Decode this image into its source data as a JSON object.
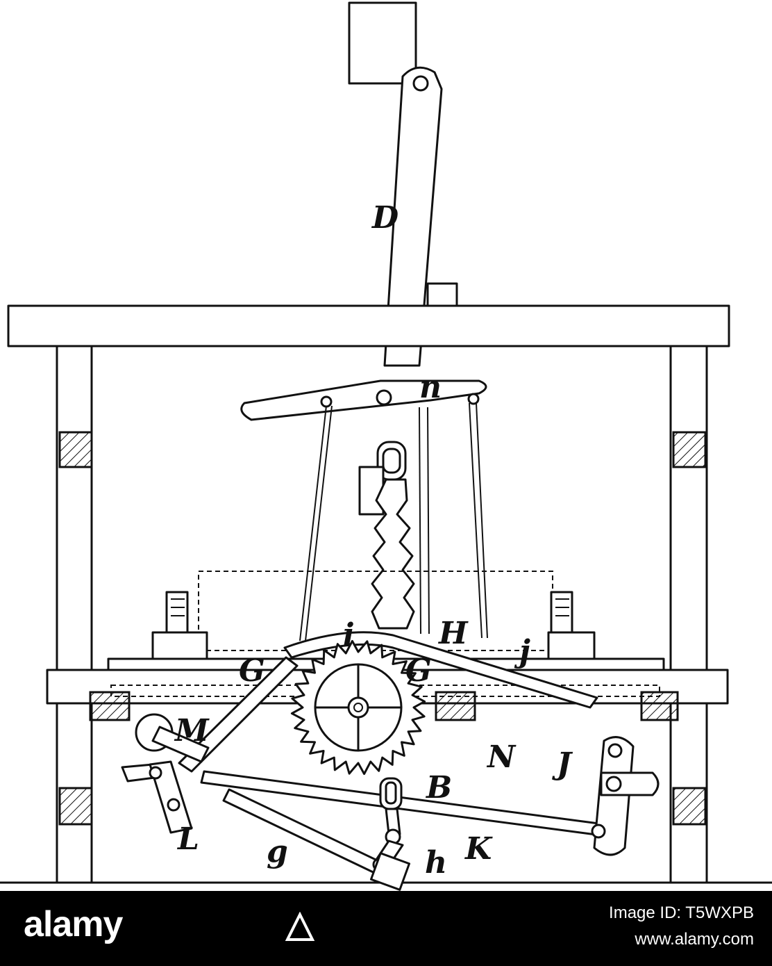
{
  "diagram": {
    "labels": {
      "D": "D",
      "G1": "G",
      "i": "i",
      "H": "H",
      "j": "j",
      "G2": "G",
      "M": "M",
      "N": "N",
      "J": "J",
      "B": "B",
      "L": "L",
      "g": "g",
      "h": "h",
      "K": "K"
    }
  },
  "footer": {
    "brand": "alamy",
    "image_id": "Image ID: T5WXPB",
    "url": "www.alamy.com"
  }
}
